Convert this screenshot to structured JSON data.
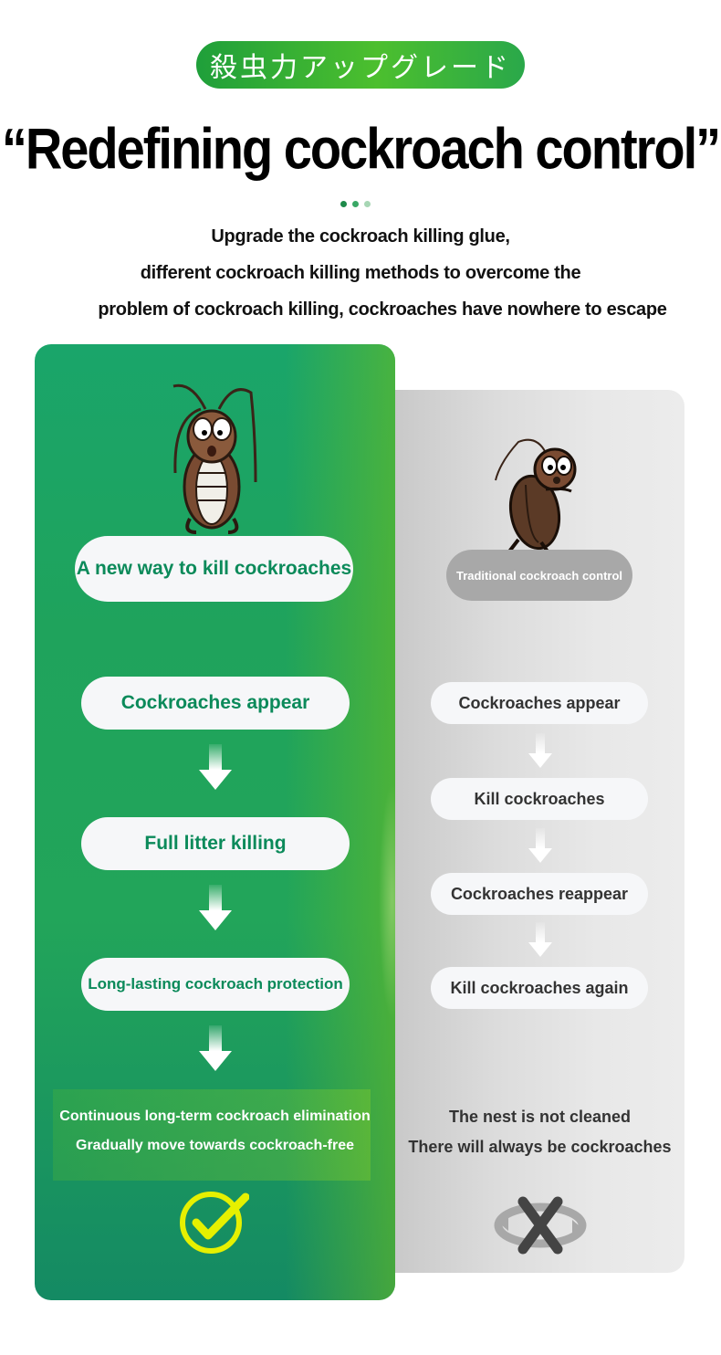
{
  "badge": "殺虫力アップグレード",
  "headline": "“Redefining cockroach control”",
  "subtitle": {
    "line1": "Upgrade the cockroach killing glue,",
    "line2": "different cockroach killing methods to overcome the",
    "line3": "problem of cockroach killing, cockroaches have nowhere to escape"
  },
  "new_method": {
    "title": "A new way to kill cockroaches",
    "steps": [
      "Cockroaches appear",
      "Full litter killing",
      "Long-lasting cockroach protection"
    ],
    "conclusion": [
      "Continuous long-term cockroach elimination",
      "Gradually move towards cockroach-free"
    ],
    "result_icon": "check-icon"
  },
  "traditional": {
    "title": "Traditional cockroach control",
    "steps": [
      "Cockroaches appear",
      "Kill cockroaches",
      "Cockroaches reappear",
      "Kill cockroaches again"
    ],
    "conclusion": [
      "The nest is not cleaned",
      "There will always be cockroaches"
    ],
    "result_icon": "cross-cycle-icon"
  },
  "colors": {
    "green_accent": "#1fa35c",
    "green_text": "#0b8a5a",
    "gray_panel": "#e0e0e0",
    "check_yellow": "#e6f000"
  }
}
